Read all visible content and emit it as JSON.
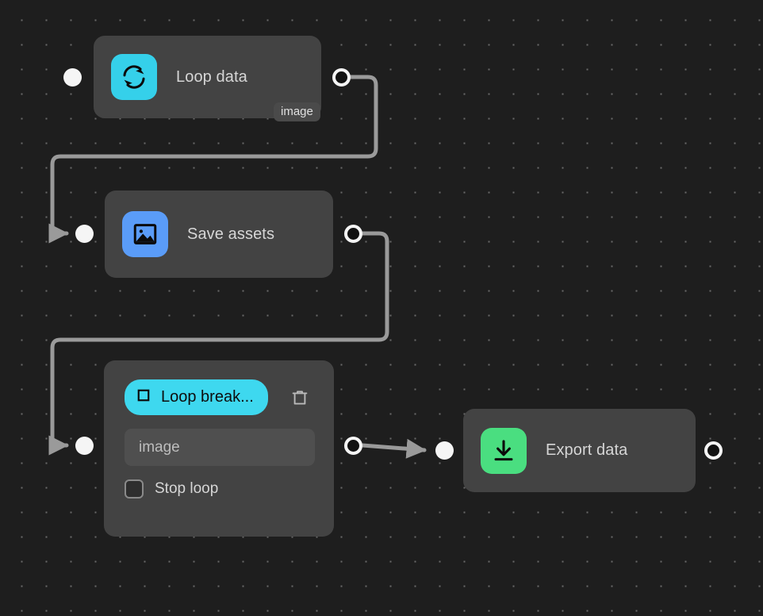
{
  "canvas": {
    "background_color": "#1e1e1e",
    "grid_dot_color": "#6a6a6a",
    "node_color": "#434343"
  },
  "nodes": [
    {
      "id": "loop-data",
      "title": "Loop data",
      "icon": "loop-refresh-icon",
      "icon_color": "#35d0ea",
      "output_type_chip": "image"
    },
    {
      "id": "save-assets",
      "title": "Save assets",
      "icon": "image-picture-icon",
      "icon_color": "#5a9cf8"
    },
    {
      "id": "loop-break",
      "pill_label": "Loop break...",
      "pill_color": "#3ed8ef",
      "pill_icon": "stop-square-icon",
      "delete_icon": "trash-icon",
      "field_value": "image",
      "checkbox_label": "Stop loop",
      "checkbox_checked": false
    },
    {
      "id": "export-data",
      "title": "Export data",
      "icon": "download-export-icon",
      "icon_color": "#4ade80"
    }
  ],
  "edges": [
    {
      "from": "loop-data-out",
      "to": "save-assets-in"
    },
    {
      "from": "save-assets-out",
      "to": "loop-break-in"
    },
    {
      "from": "loop-break-out",
      "to": "export-data-in"
    }
  ]
}
